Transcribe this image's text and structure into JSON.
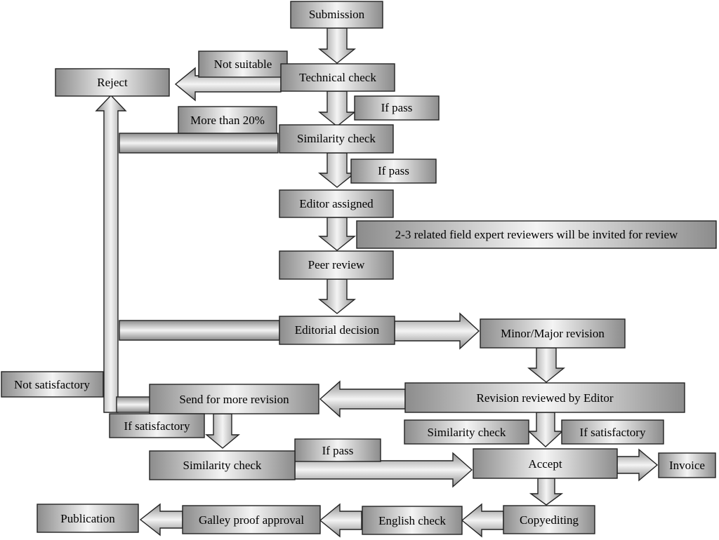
{
  "nodes": {
    "submission": "Submission",
    "reject": "Reject",
    "not_suitable": "Not suitable",
    "technical_check": "Technical check",
    "if_pass_1": "If pass",
    "more_than_20": "More than 20%",
    "similarity_check_1": "Similarity check",
    "if_pass_2": "If pass",
    "editor_assigned": "Editor assigned",
    "reviewers_note": "2-3 related field expert reviewers will be invited for review",
    "peer_review": "Peer review",
    "editorial_decision": "Editorial decision",
    "minor_major_revision": "Minor/Major revision",
    "not_satisfactory": "Not satisfactory",
    "send_more_revision": "Send for more revision",
    "revision_reviewed": "Revision reviewed by Editor",
    "if_satisfactory_1": "If satisfactory",
    "similarity_check_2": "Similarity check",
    "if_satisfactory_2": "If satisfactory",
    "if_pass_3": "If pass",
    "similarity_check_3": "Similarity check",
    "accept": "Accept",
    "invoice": "Invoice",
    "publication": "Publication",
    "galley_proof": "Galley proof approval",
    "english_check": "English check",
    "copyediting": "Copyediting"
  },
  "colors": {
    "box_dark": "#8c8c8c",
    "box_light": "#f2f2f2",
    "stroke": "#222222"
  }
}
